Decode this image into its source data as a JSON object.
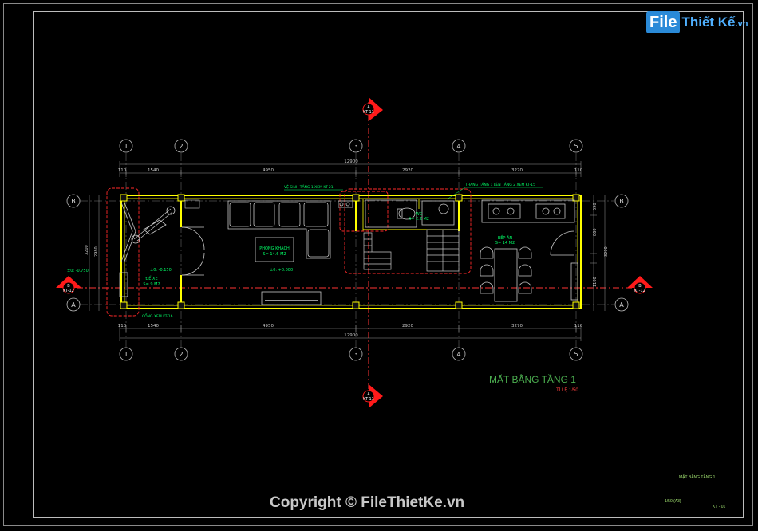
{
  "logo": {
    "brand_box": "File",
    "brand_rest": "Thiết Kế",
    "brand_suffix": ".vn"
  },
  "copyright": "Copyright © FileThietKe.vn",
  "drawing": {
    "title": "MẶT BẰNG TẦNG 1",
    "scale": "TỈ LỆ 1/50",
    "title_block": {
      "name": "MẶT BẰNG TẦNG 1",
      "scale": "1/50 (A3)",
      "sheet": "KT - 01"
    }
  },
  "grid": {
    "columns": [
      "1",
      "2",
      "3",
      "4",
      "5"
    ],
    "rows": [
      "A",
      "B"
    ]
  },
  "dimensions": {
    "total": "12900",
    "bays": [
      "1540",
      "4950",
      "2920",
      "3270"
    ],
    "edge": "110",
    "right_side": [
      "590",
      "860",
      "1100"
    ],
    "left_side": [
      "3200",
      "2980"
    ],
    "right_total": "3200"
  },
  "rooms": {
    "garage": {
      "name": "ĐỂ XE",
      "area": "S= 9 M2",
      "level": "±0: -0.150"
    },
    "living": {
      "name": "PHÒNG KHÁCH",
      "area": "S= 14.6 M2",
      "level": "±0: +0.000"
    },
    "wc": {
      "name": "WC",
      "area": "S= 2.2 M2"
    },
    "kitchen": {
      "name": "BẾP ĂN",
      "area": "S= 14 M2"
    },
    "outside_level": "±0: -0.750"
  },
  "notes": {
    "wc_detail": "VỆ SINH TẦNG 1 XEM KT-21",
    "stair_detail": "THANG TẦNG 1 LÊN TẦNG 2 XEM KT-15",
    "gate_detail": "CỔNG XEM KT-16"
  },
  "sections": {
    "top": "A",
    "top_ref": "KT-11",
    "bottom": "A",
    "bottom_ref": "KT-11",
    "left": "B",
    "left_ref": "KT-12",
    "right": "B",
    "right_ref": "KT-12"
  },
  "colors": {
    "background": "#000000",
    "wall": "#ffff00",
    "furniture": "#c0c0c0",
    "dimension": "#c8c8c8",
    "grid": "#ff3333",
    "section_marker": "#ff1a1a",
    "note": "#00ff66",
    "title": "#4caf50"
  }
}
